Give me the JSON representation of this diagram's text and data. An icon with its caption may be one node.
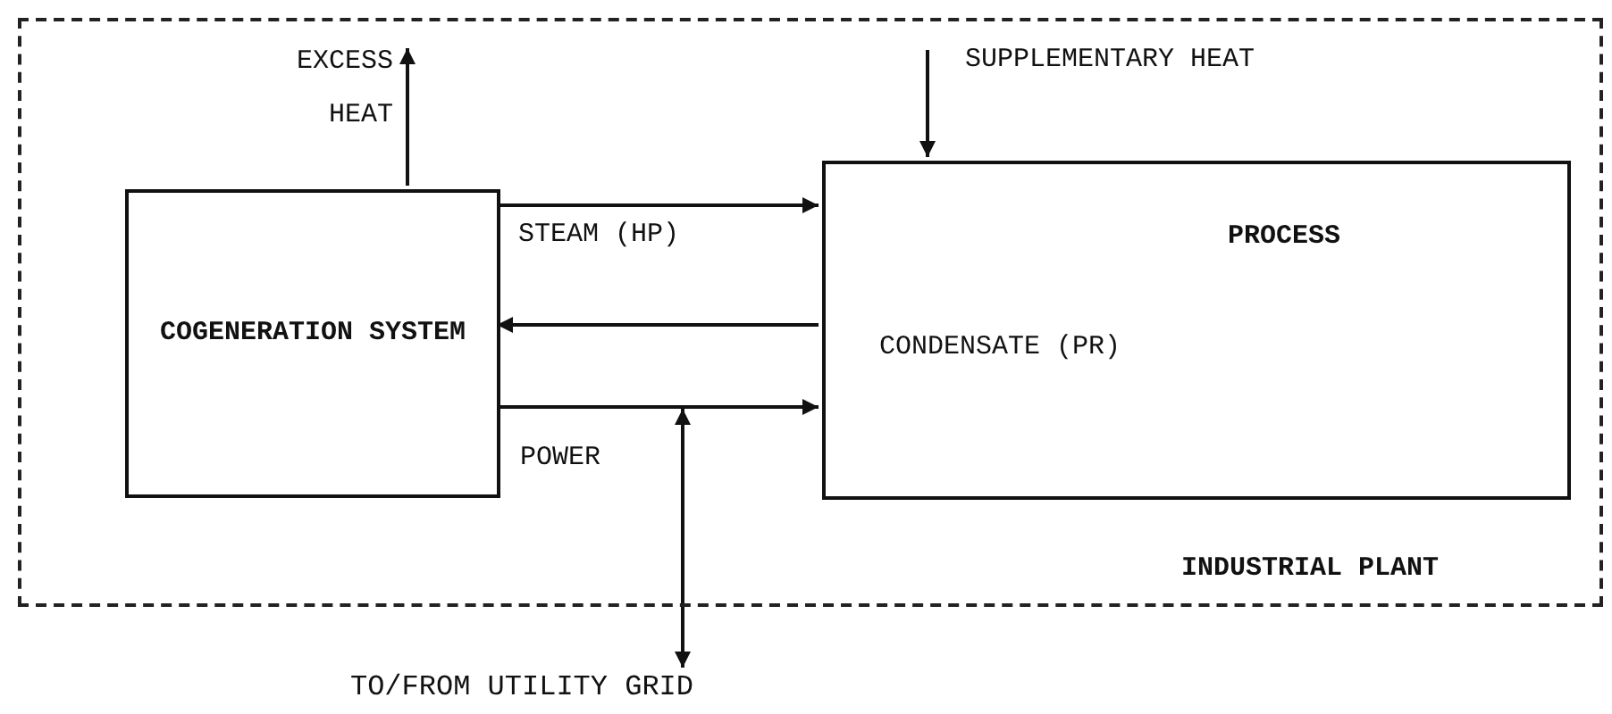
{
  "diagram": {
    "nodes": [
      {
        "text": [
          "INDUSTRIAL PLANT"
        ]
      },
      {
        "text": [
          "COGENERATION SYSTEM"
        ],
        "in": 0
      },
      {
        "text": [
          "PROCESS"
        ],
        "in": 0
      },
      {
        "text": [
          "TO/FROM UTILITY GRID"
        ]
      }
    ],
    "edges": [
      {
        "from": 1,
        "to": null,
        "arrow": "to",
        "label": "EXCESS HEAT"
      },
      {
        "from": null,
        "to": 2,
        "arrow": "to",
        "label": "SUPPLEMENTARY HEAT"
      },
      {
        "from": 1,
        "to": 2,
        "arrow": "to",
        "label": "STEAM (HP)"
      },
      {
        "from": 2,
        "to": 1,
        "arrow": "to",
        "label": "CONDENSATE (PR)"
      },
      {
        "from": 1,
        "to": 2,
        "arrow": "to",
        "label": "POWER"
      },
      {
        "from": null,
        "to": 3,
        "arrow": "both"
      }
    ]
  }
}
